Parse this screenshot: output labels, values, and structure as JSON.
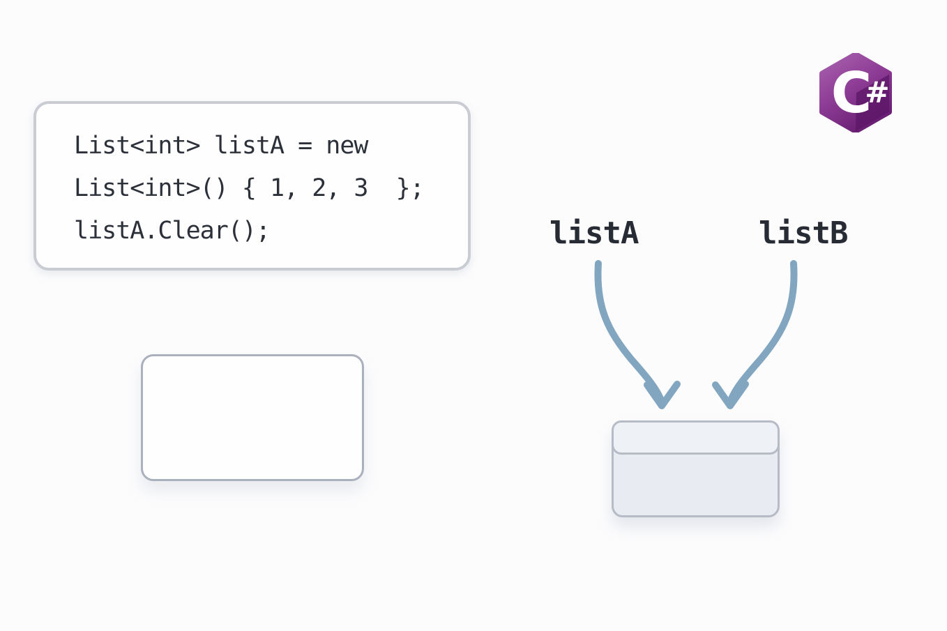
{
  "canvas": {
    "background": "#fcfcfd"
  },
  "code_box": {
    "line1": "List<int> listA = new",
    "line2": "List<int>() { 1, 2, 3  };",
    "line3": "listA.Clear();"
  },
  "logo": {
    "letter": "C",
    "hash": "#"
  },
  "pointers": {
    "list_a_label": "listA",
    "list_b_label": "listB"
  },
  "colors": {
    "code_text": "#2b3039",
    "label_text": "#272c34",
    "arrow": "#82a6c0",
    "code_box_border": "#c9cdd3",
    "empty_box_border": "#aab1bd",
    "object_box_border": "#b6bbc6",
    "object_box_fill": "#e8ebf1",
    "object_box_header_fill": "#eef1f6",
    "logo_purple_light": "#a964ae",
    "logo_purple_mid": "#8f3d96",
    "logo_purple_dark": "#6a2074",
    "logo_wedge": "#5c1767"
  }
}
